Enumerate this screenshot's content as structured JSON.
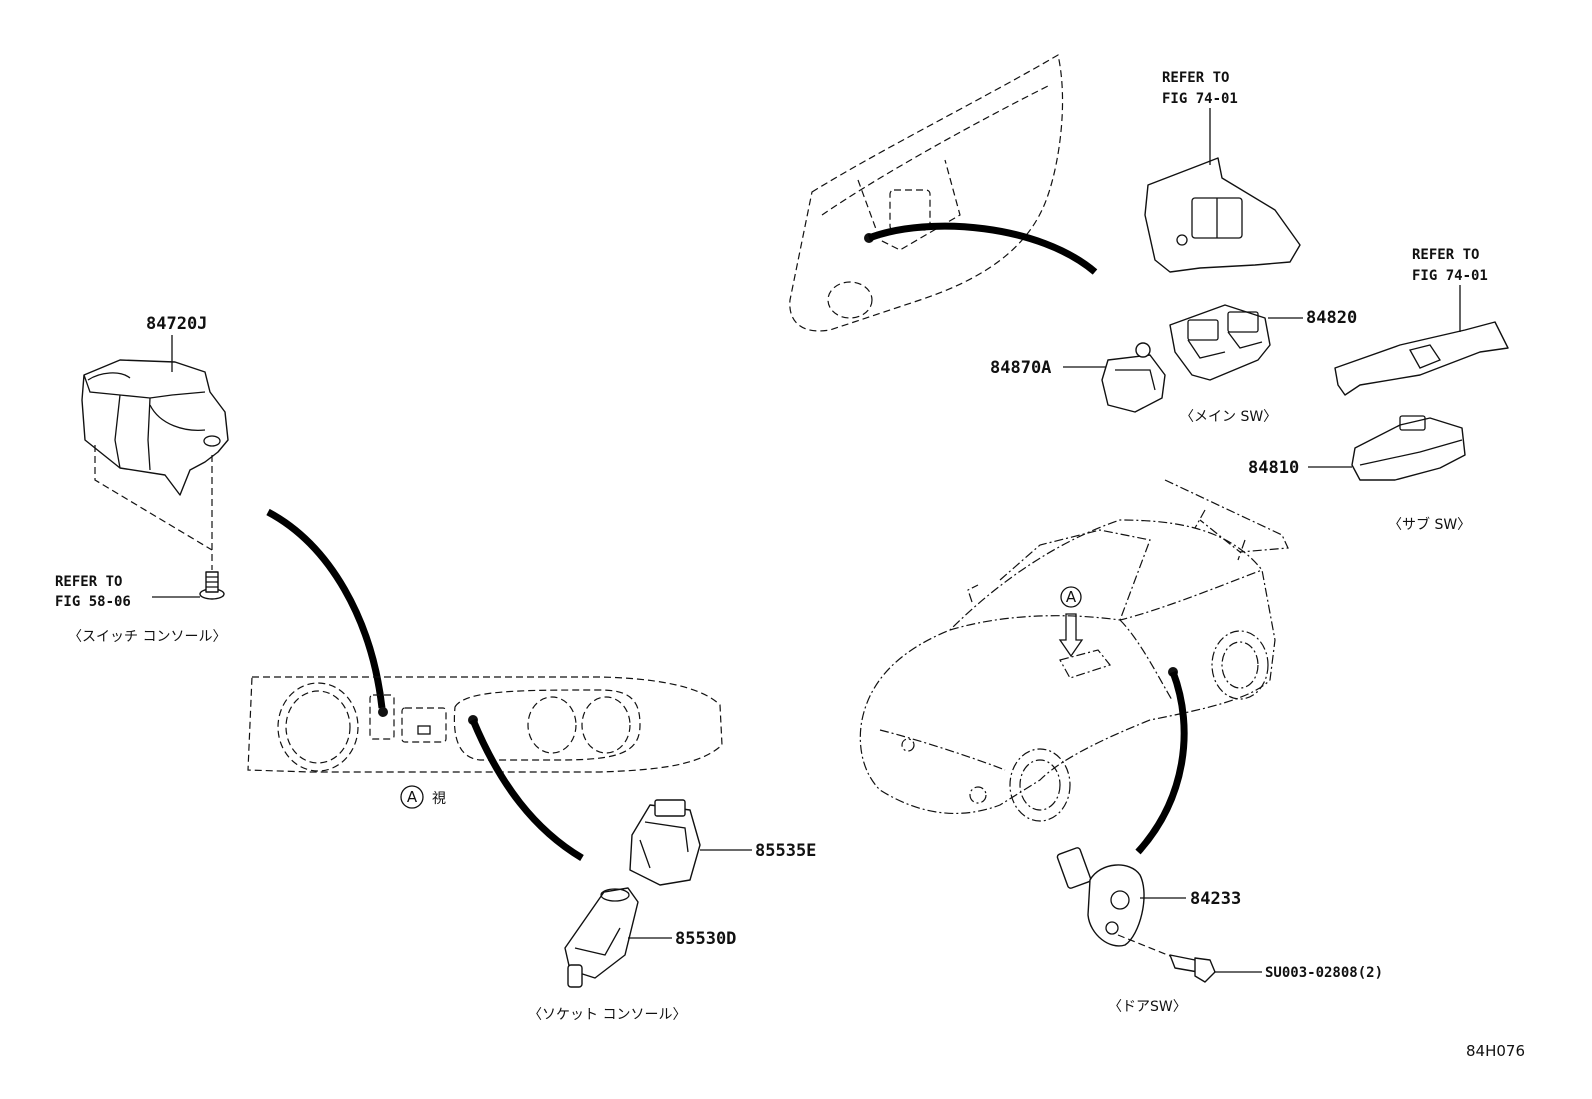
{
  "labels": {
    "p84720J": "84720J",
    "p84820": "84820",
    "p84870A": "84870A",
    "p84810": "84810",
    "p85535E": "85535E",
    "p85530D": "85530D",
    "p84233": "84233",
    "bolt": "SU003-02808(2)"
  },
  "refs": {
    "fig7401a_l1": "REFER TO",
    "fig7401a_l2": "FIG 74-01",
    "fig7401b_l1": "REFER TO",
    "fig7401b_l2": "FIG 74-01",
    "fig5806_l1": "REFER TO",
    "fig5806_l2": "FIG 58-06"
  },
  "captions": {
    "switch_console": "〈スイッチ コンソール〉",
    "view_a_letter": "A",
    "view_a_suffix": "視",
    "socket_console": "〈ソケット コンソール〉",
    "main_sw": "〈メイン SW〉",
    "sub_sw": "〈サブ SW〉",
    "door_sw": "〈ドアSW〉",
    "car_marker": "A"
  },
  "figure_id": "84H076"
}
